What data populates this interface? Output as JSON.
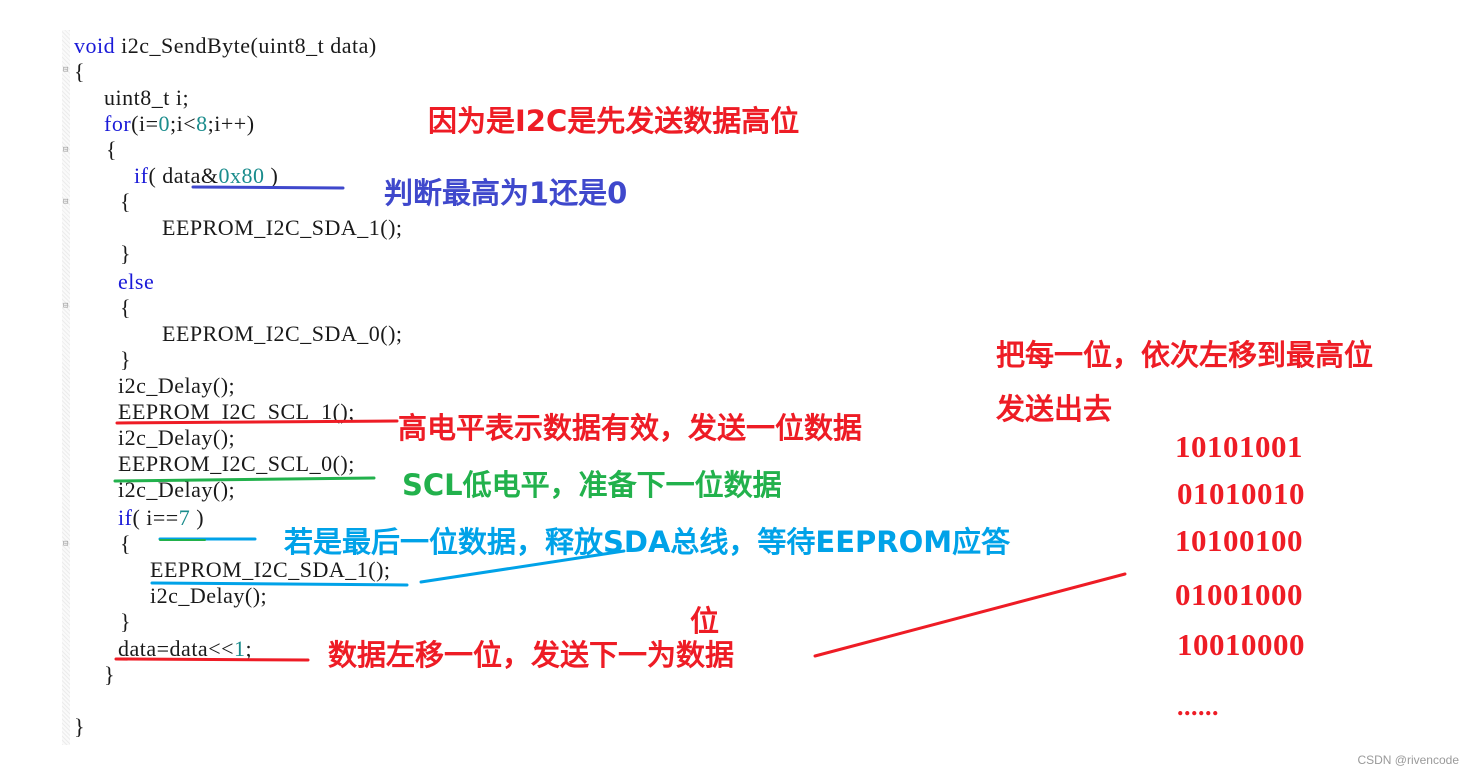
{
  "code": {
    "lines": [
      {
        "indent": 0,
        "parts": [
          {
            "t": "void",
            "c": "kw"
          },
          {
            "t": " i2c_SendByte(uint8_t data)"
          }
        ]
      },
      {
        "indent": 0,
        "parts": [
          {
            "t": "{"
          }
        ]
      },
      {
        "indent": 1,
        "parts": [
          {
            "t": "uint8_t i;"
          }
        ]
      },
      {
        "indent": 1,
        "parts": [
          {
            "t": "for",
            "c": "kw"
          },
          {
            "t": "(i="
          },
          {
            "t": "0",
            "c": "num"
          },
          {
            "t": ";i<"
          },
          {
            "t": "8",
            "c": "num"
          },
          {
            "t": ";i++)"
          }
        ]
      },
      {
        "indent": 1,
        "parts": [
          {
            "t": "{"
          }
        ]
      },
      {
        "indent": 2,
        "parts": [
          {
            "t": "if",
            "c": "kw"
          },
          {
            "t": "( data&"
          },
          {
            "t": "0x80",
            "c": "num"
          },
          {
            "t": " )"
          }
        ]
      },
      {
        "indent": 2,
        "parts": [
          {
            "t": "{"
          }
        ]
      },
      {
        "indent": 3,
        "parts": [
          {
            "t": "EEPROM_I2C_SDA_1();"
          }
        ]
      },
      {
        "indent": 2,
        "parts": [
          {
            "t": "}"
          }
        ]
      },
      {
        "indent": 2,
        "parts": [
          {
            "t": "else",
            "c": "kw"
          }
        ]
      },
      {
        "indent": 2,
        "parts": [
          {
            "t": "{"
          }
        ]
      },
      {
        "indent": 3,
        "parts": [
          {
            "t": "EEPROM_I2C_SDA_0();"
          }
        ]
      },
      {
        "indent": 2,
        "parts": [
          {
            "t": "}"
          }
        ]
      },
      {
        "indent": 2,
        "parts": [
          {
            "t": "i2c_Delay();"
          }
        ]
      },
      {
        "indent": 2,
        "parts": [
          {
            "t": "EEPROM_I2C_SCL_1();"
          }
        ]
      },
      {
        "indent": 2,
        "parts": [
          {
            "t": "i2c_Delay();"
          }
        ]
      },
      {
        "indent": 2,
        "parts": [
          {
            "t": "EEPROM_I2C_SCL_0();"
          }
        ]
      },
      {
        "indent": 2,
        "parts": [
          {
            "t": "i2c_Delay();"
          }
        ]
      },
      {
        "indent": 2,
        "parts": [
          {
            "t": "if",
            "c": "kw"
          },
          {
            "t": "( i=="
          },
          {
            "t": "7",
            "c": "num"
          },
          {
            "t": " )"
          }
        ]
      },
      {
        "indent": 2,
        "parts": [
          {
            "t": "{"
          }
        ]
      },
      {
        "indent": 3,
        "parts": [
          {
            "t": "EEPROM_I2C_SDA_1();"
          }
        ]
      },
      {
        "indent": 3,
        "parts": [
          {
            "t": "i2c_Delay();"
          }
        ]
      },
      {
        "indent": 2,
        "parts": [
          {
            "t": "}"
          }
        ]
      },
      {
        "indent": 2,
        "parts": [
          {
            "t": "data=data<<"
          },
          {
            "t": "1",
            "c": "num"
          },
          {
            "t": ";"
          }
        ]
      },
      {
        "indent": 1,
        "parts": [
          {
            "t": "}"
          }
        ]
      },
      {
        "indent": 0,
        "parts": [
          {
            "t": ""
          }
        ]
      },
      {
        "indent": 0,
        "parts": [
          {
            "t": "}"
          }
        ]
      }
    ]
  },
  "annotations": {
    "msb_first": "因为是I2C是先发送数据高位",
    "check_msb": "判断最高为1还是0",
    "scl_high": "高电平表示数据有效，发送一位数据",
    "scl_low": "SCL低电平，准备下一位数据",
    "release_sda": "若是最后一位数据，释放SDA总线，等待EEPROM应答",
    "shift_left": "数据左移一位，发送下一为数据",
    "stray_char": "位",
    "shift_explain_line1": "把每一位，依次左移到最高位",
    "shift_explain_line2": "发送出去"
  },
  "binary_sequence": [
    "10101001",
    "01010010",
    "10100100",
    "01001000",
    "10010000",
    "......"
  ],
  "colors": {
    "red": "#ee1c25",
    "blue": "#3f48cc",
    "green": "#22b14c",
    "cyan": "#00a2e8",
    "keyword": "#1a1ad8",
    "number": "#1a8c8c"
  },
  "watermark": "CSDN @rivencode"
}
